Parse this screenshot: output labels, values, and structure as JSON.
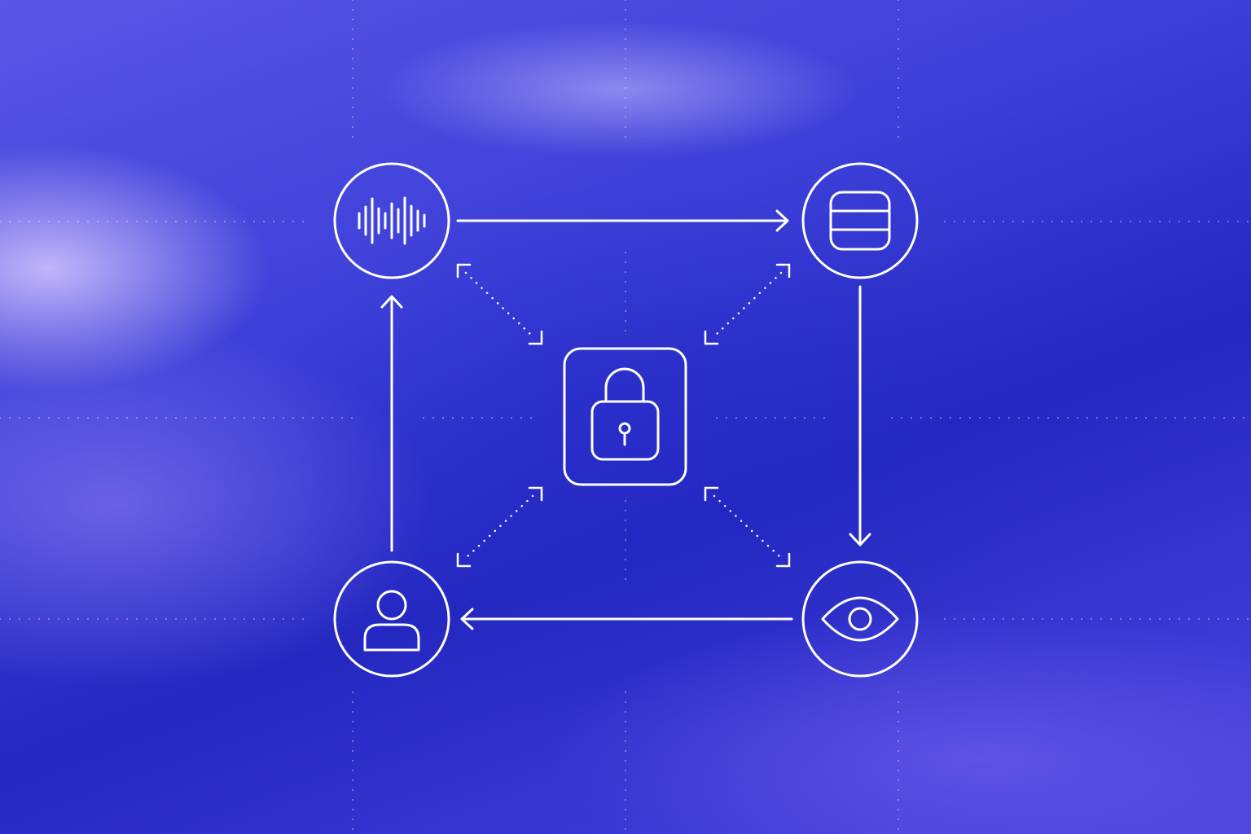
{
  "colors": {
    "background_primary": "#2a2fc8",
    "background_glow": "#c8beff",
    "stroke": "#ffffff"
  },
  "nodes": [
    {
      "id": "audio",
      "icon": "audio-waveform-icon"
    },
    {
      "id": "database",
      "icon": "database-icon"
    },
    {
      "id": "eye",
      "icon": "eye-icon"
    },
    {
      "id": "user",
      "icon": "user-icon"
    }
  ],
  "center": {
    "icon": "padlock-icon"
  },
  "connections": [
    {
      "from": "audio",
      "to": "database"
    },
    {
      "from": "database",
      "to": "eye"
    },
    {
      "from": "eye",
      "to": "user"
    },
    {
      "from": "user",
      "to": "audio"
    }
  ]
}
